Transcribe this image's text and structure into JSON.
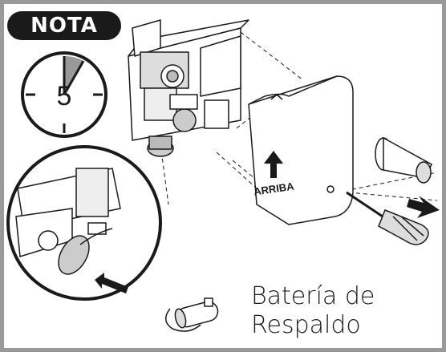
{
  "badge": {
    "label": "NOTA"
  },
  "timer": {
    "number": "5"
  },
  "cover": {
    "label": "ARRIBA"
  },
  "caption": {
    "line1": "Batería de",
    "line2": "Respaldo"
  },
  "colors": {
    "frame": "#999999",
    "badge_bg": "#1a1a1a",
    "ink": "#1a1a1a",
    "timer_wedge": "#999999"
  }
}
